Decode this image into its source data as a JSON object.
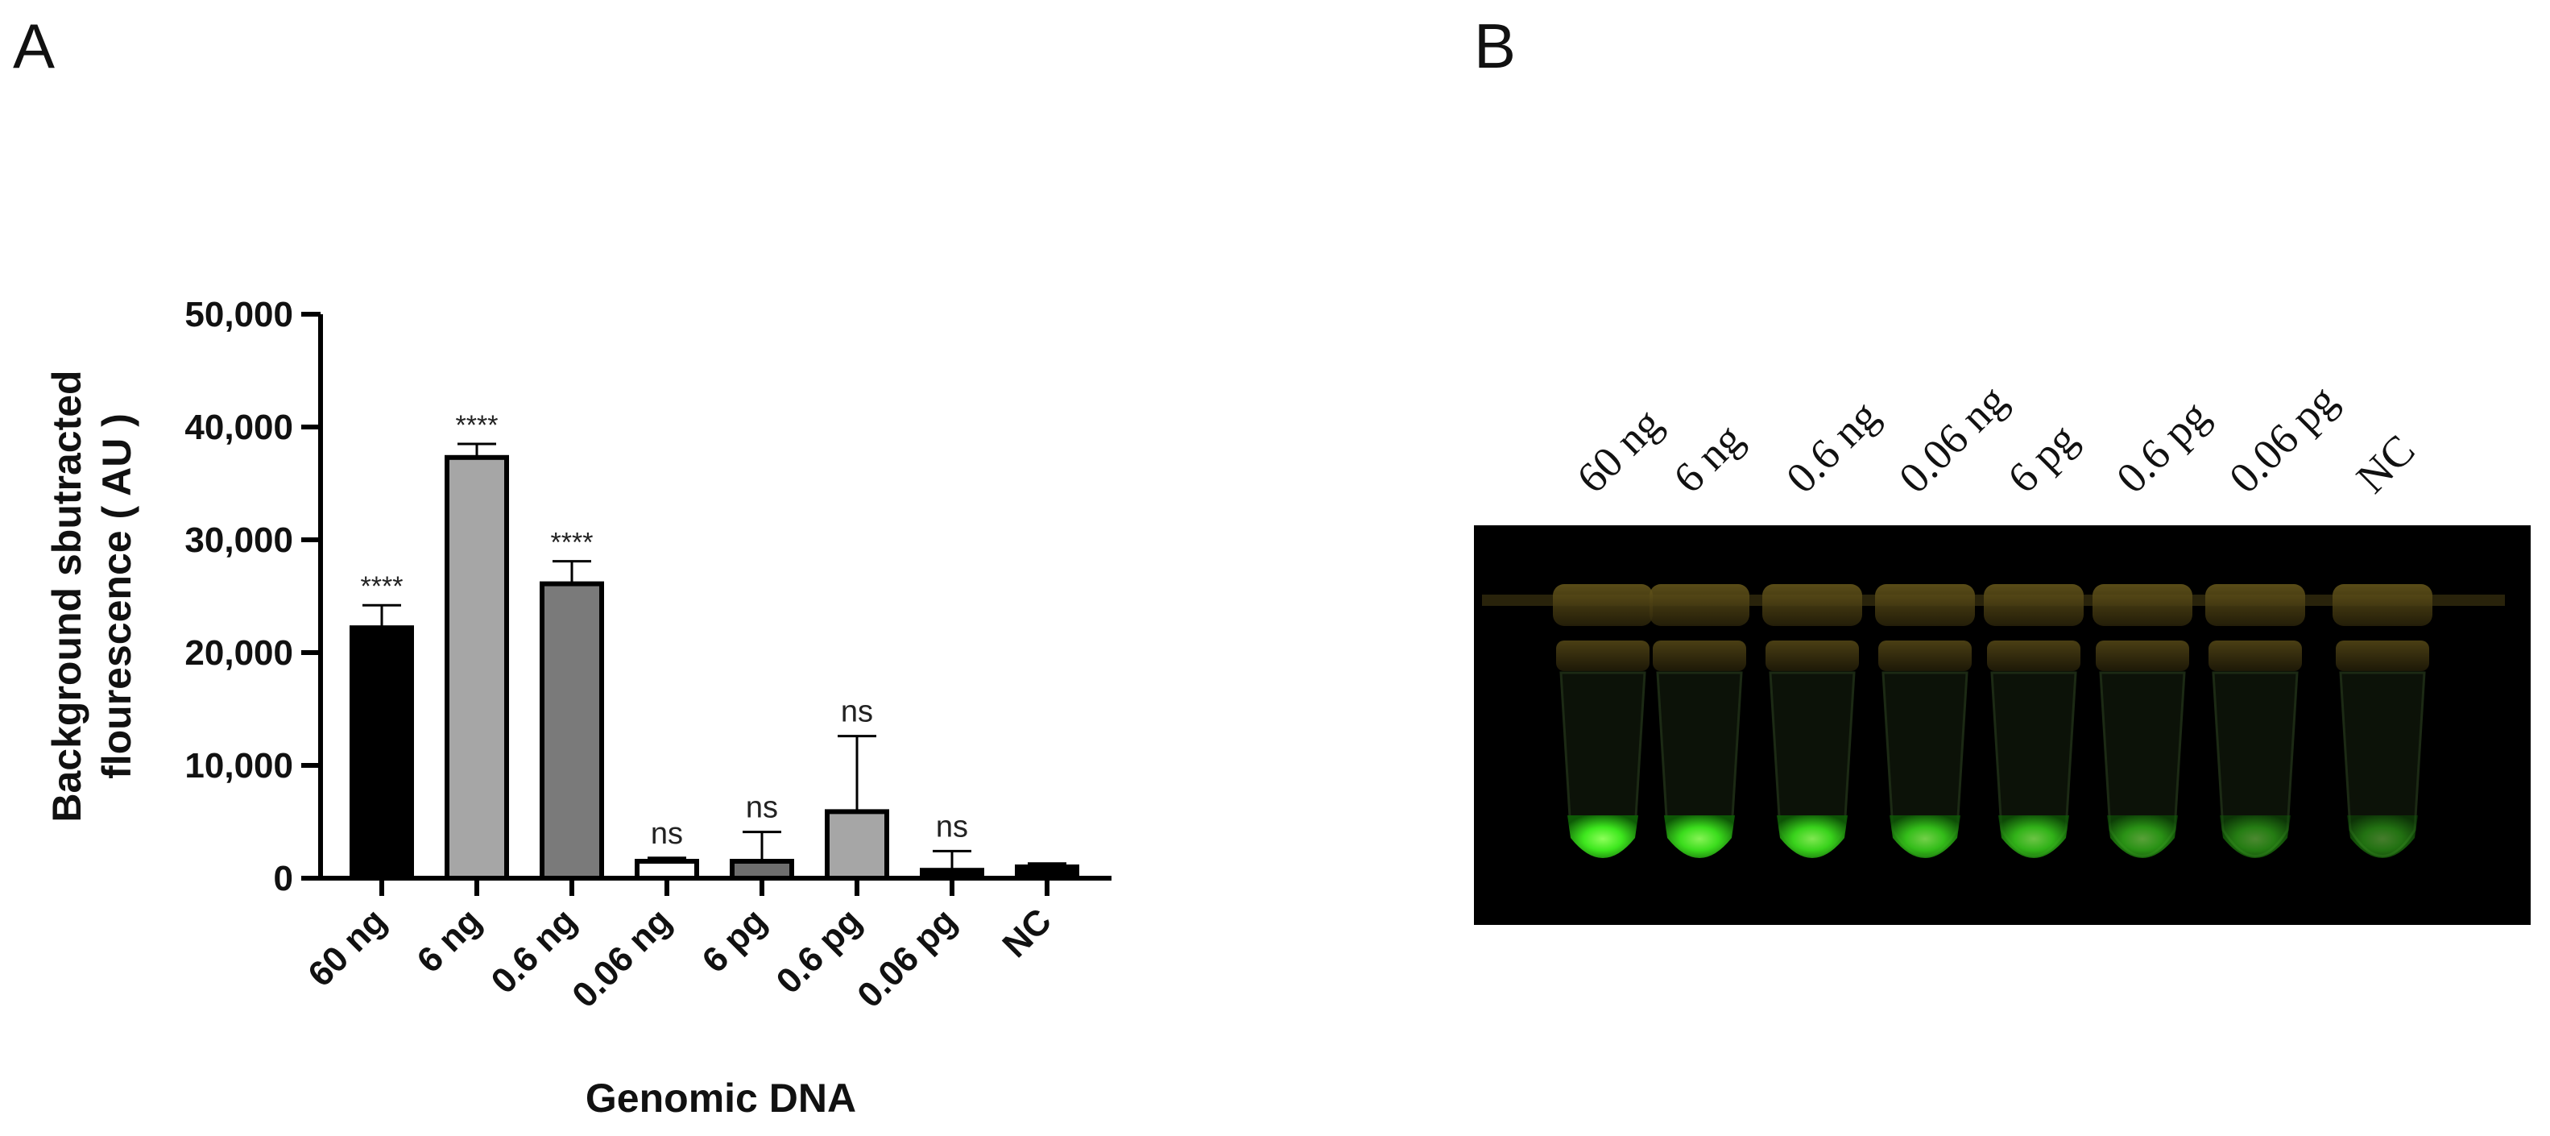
{
  "panels": {
    "a": {
      "label": "A"
    },
    "b": {
      "label": "B"
    }
  },
  "chart_data": {
    "type": "bar",
    "title": "",
    "xlabel": "Genomic DNA",
    "ylabel_lines": [
      "Background sbutracted",
      "flourescence ( AU )"
    ],
    "ylim": [
      0,
      50000
    ],
    "yticks": [
      0,
      10000,
      20000,
      30000,
      40000,
      50000
    ],
    "ytick_labels": [
      "0",
      "10,000",
      "20,000",
      "30,000",
      "40,000",
      "50,000"
    ],
    "categories": [
      "60 ng",
      "6 ng",
      "0.6 ng",
      "0.06 ng",
      "6 pg",
      "0.6 pg",
      "0.06 pg",
      "NC"
    ],
    "values": [
      22200,
      37300,
      26100,
      1500,
      1500,
      5900,
      700,
      1000
    ],
    "errors": [
      2000,
      1200,
      2000,
      300,
      2600,
      6700,
      1700,
      300
    ],
    "significance": [
      "****",
      "****",
      "****",
      "ns",
      "ns",
      "ns",
      "ns",
      ""
    ],
    "bar_colors": [
      "#000000",
      "#a6a6a6",
      "#7a7a7a",
      "#ffffff",
      "#6e6e6e",
      "#a6a6a6",
      "#000000",
      "#000000"
    ],
    "grid": false,
    "legend": "none"
  },
  "gel_image": {
    "lane_labels": [
      "60 ng",
      "6 ng",
      "0.6 ng",
      "0.06 ng",
      "6 pg",
      "0.6 pg",
      "0.06 pg",
      "NC"
    ],
    "fluorescence_intensity": [
      1.0,
      0.95,
      0.9,
      0.8,
      0.75,
      0.6,
      0.5,
      0.45
    ],
    "background_color": "#000000",
    "fluorescence_color": "#3cff20"
  }
}
